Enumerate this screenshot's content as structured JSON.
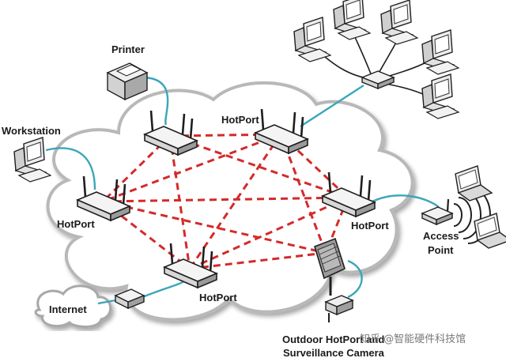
{
  "labels": {
    "printer": "Printer",
    "workstation": "Workstation",
    "hotport_top": "HotPort",
    "hotport_left": "HotPort",
    "hotport_right": "HotPort",
    "hotport_bottom": "HotPort",
    "internet": "Internet",
    "access_point_line1": "Access",
    "access_point_line2": "Point",
    "outdoor_line1": "Outdoor HotPort and",
    "outdoor_line2": "Surveillance Camera"
  },
  "watermark": "知乎 @智能硬件科技馆",
  "colors": {
    "mesh_link": "#d42a2a",
    "cable": "#3aa6b9",
    "cloud_fill": "#ffffff",
    "cloud_stroke": "#b8b8b8",
    "device_fill": "#f1f1f1",
    "device_stroke": "#1f1f1f"
  }
}
